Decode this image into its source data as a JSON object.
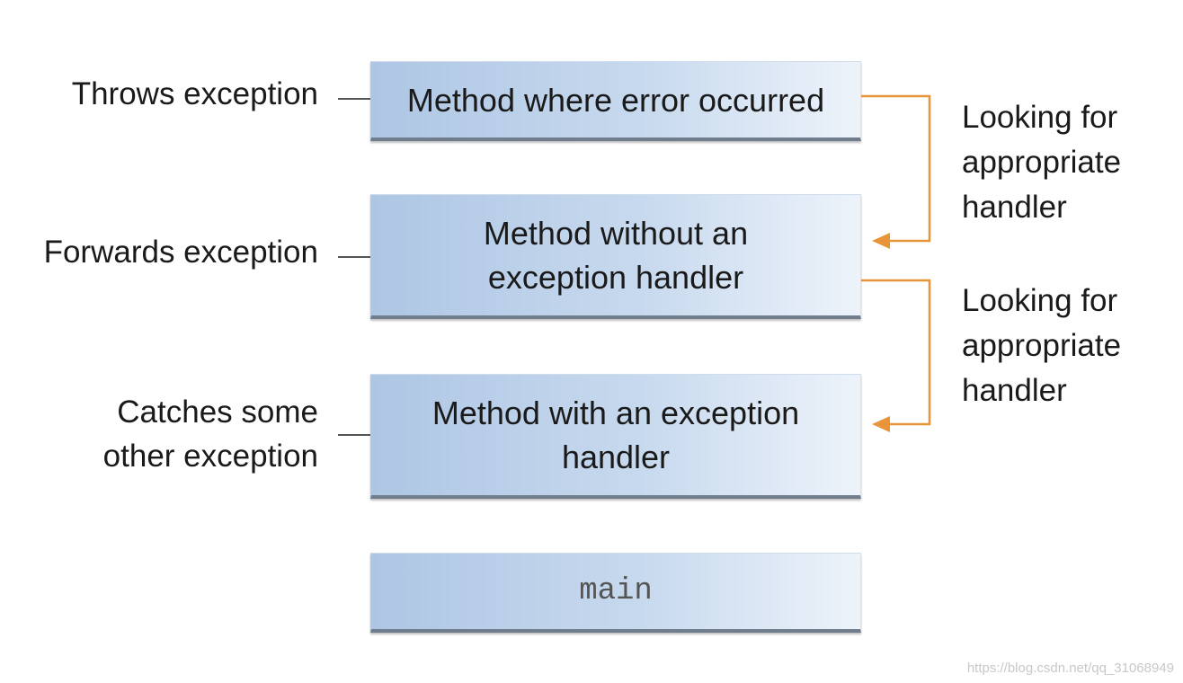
{
  "stack_boxes": [
    {
      "label": "Method where error occurred"
    },
    {
      "label": "Method without an exception handler"
    },
    {
      "label": "Method with an exception handler"
    },
    {
      "label": "main"
    }
  ],
  "side_labels": {
    "throws": "Throws exception",
    "forwards": "Forwards exception",
    "catches": "Catches some\nother exception"
  },
  "handler_labels": [
    "Looking for\nappropriate\nhandler",
    "Looking for\nappropriate\nhandler"
  ],
  "colors": {
    "arrow": "#e8943a",
    "box_start": "#aec6e4",
    "box_end": "#edf3fa"
  },
  "watermark": "https://blog.csdn.net/qq_31068949"
}
